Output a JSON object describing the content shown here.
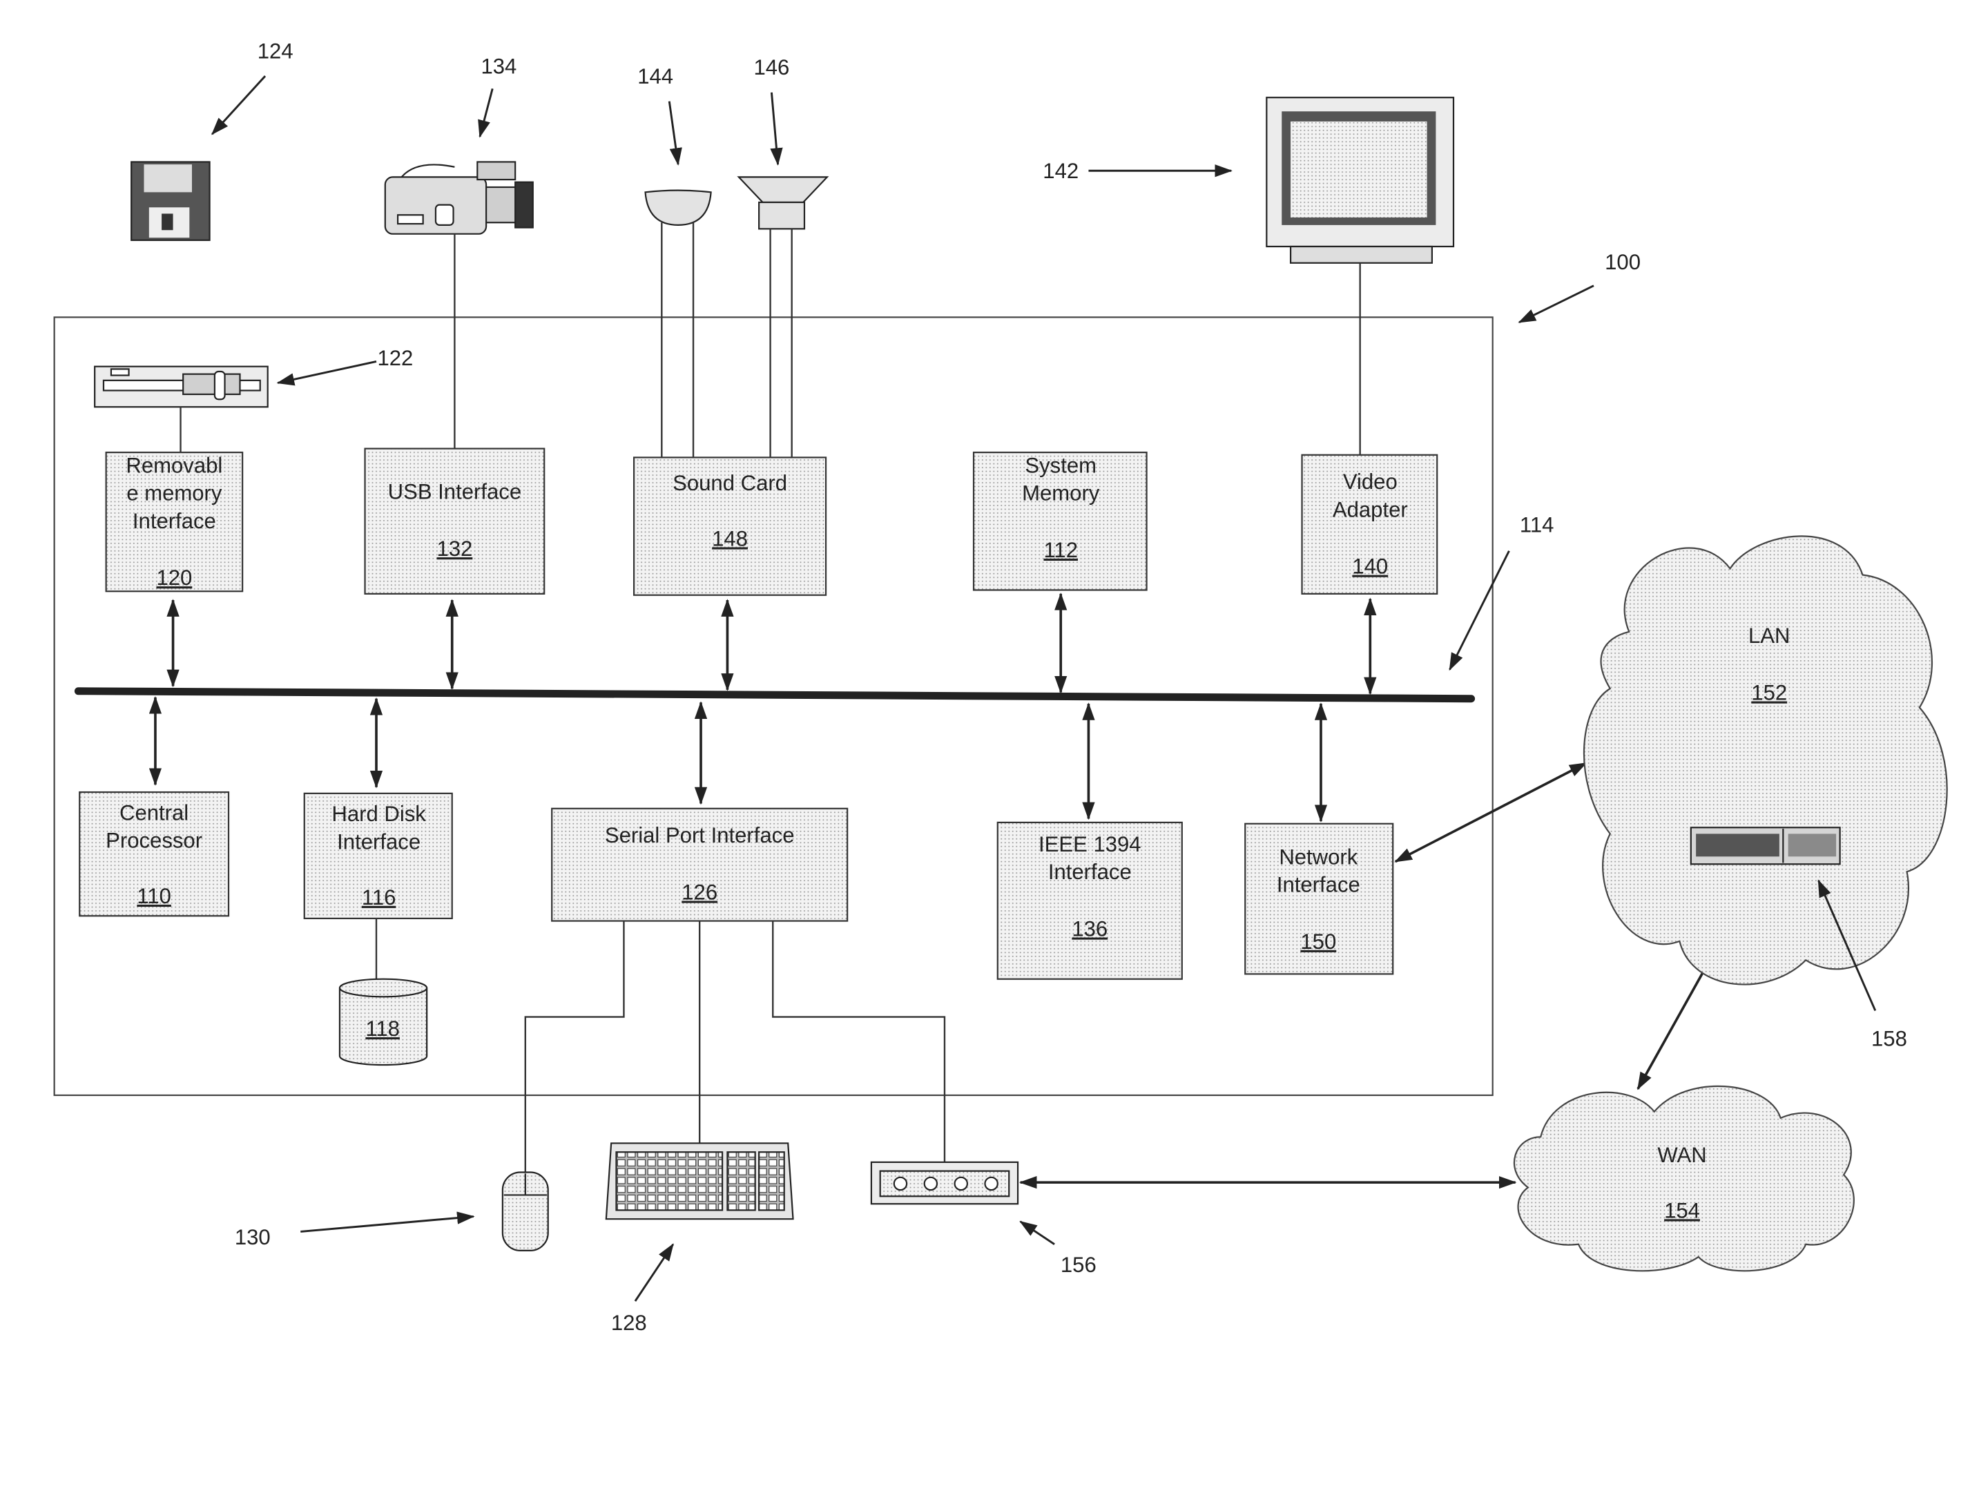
{
  "callouts": {
    "system": "100",
    "bus": "114",
    "floppy_disk": "124",
    "floppy_drive": "122",
    "camcorder": "134",
    "microphone": "144",
    "speaker": "146",
    "monitor": "142",
    "mouse": "130",
    "keyboard": "128",
    "modem": "156",
    "lan_device": "158"
  },
  "blocks": {
    "removable_memory_interface": {
      "lines": [
        "Removabl",
        "e memory",
        "Interface"
      ],
      "ref": "120"
    },
    "usb_interface": {
      "lines": [
        "USB Interface"
      ],
      "ref": "132"
    },
    "sound_card": {
      "lines": [
        "Sound Card"
      ],
      "ref": "148"
    },
    "system_memory": {
      "lines": [
        "System",
        "Memory"
      ],
      "ref": "112"
    },
    "video_adapter": {
      "lines": [
        "Video",
        "Adapter"
      ],
      "ref": "140"
    },
    "central_processor": {
      "lines": [
        "Central",
        "Processor"
      ],
      "ref": "110"
    },
    "hard_disk_interface": {
      "lines": [
        "Hard Disk",
        "Interface"
      ],
      "ref": "116"
    },
    "serial_port_interface": {
      "lines": [
        "Serial Port Interface"
      ],
      "ref": "126"
    },
    "ieee_1394_interface": {
      "lines": [
        "IEEE 1394",
        "Interface"
      ],
      "ref": "136"
    },
    "network_interface": {
      "lines": [
        "Network",
        "Interface"
      ],
      "ref": "150"
    }
  },
  "storage": {
    "hard_disk_ref": "118"
  },
  "networks": {
    "lan": {
      "label": "LAN",
      "ref": "152"
    },
    "wan": {
      "label": "WAN",
      "ref": "154"
    }
  }
}
